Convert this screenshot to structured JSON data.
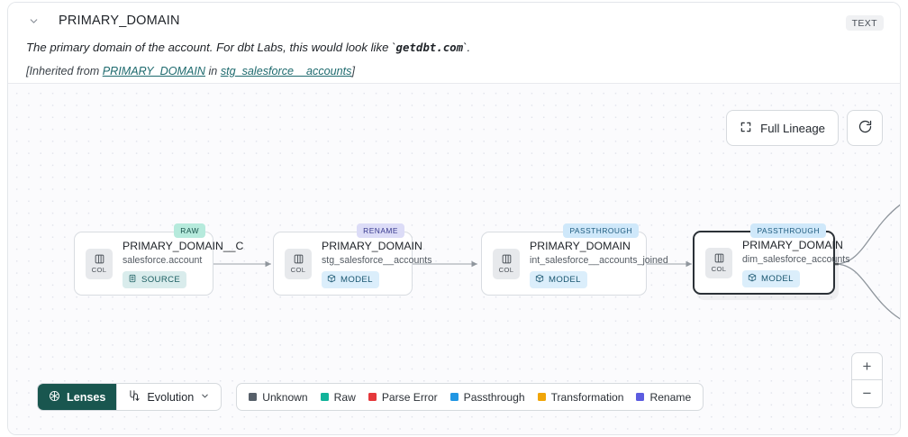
{
  "header": {
    "chevron_icon": "chevron-down-icon",
    "column_name": "PRIMARY_DOMAIN",
    "type_badge": "TEXT",
    "description_pre": "The primary domain of the account. For dbt Labs, this would look like `",
    "description_code": "getdbt.com",
    "description_post": "`.",
    "inherited_prefix": "[Inherited from ",
    "inherited_link_1": "PRIMARY_DOMAIN",
    "inherited_mid": " in ",
    "inherited_link_2": "stg_salesforce__accounts",
    "inherited_suffix": "]"
  },
  "toolbar": {
    "full_lineage_label": "Full Lineage",
    "full_lineage_icon": "expand-corners-icon",
    "refresh_icon": "refresh-icon"
  },
  "zoom_controls": {
    "zoom_in_label": "+",
    "zoom_out_label": "−"
  },
  "graph": {
    "nodes": [
      {
        "tag": "RAW",
        "tag_class": "tag-raw",
        "col_label": "COL",
        "title": "PRIMARY_DOMAIN__C",
        "subtitle": "salesforce.account",
        "kind": "SOURCE",
        "kind_class": "kind-source",
        "kind_icon": "database-icon",
        "selected": false
      },
      {
        "tag": "RENAME",
        "tag_class": "tag-rename",
        "col_label": "COL",
        "title": "PRIMARY_DOMAIN",
        "subtitle": "stg_salesforce__accounts",
        "kind": "MODEL",
        "kind_class": "kind-model",
        "kind_icon": "cube-icon",
        "selected": false
      },
      {
        "tag": "PASSTHROUGH",
        "tag_class": "tag-passthrough",
        "col_label": "COL",
        "title": "PRIMARY_DOMAIN",
        "subtitle": "int_salesforce__accounts_joined",
        "kind": "MODEL",
        "kind_class": "kind-model",
        "kind_icon": "cube-icon",
        "selected": false
      },
      {
        "tag": "PASSTHROUGH",
        "tag_class": "tag-passthrough",
        "col_label": "COL",
        "title": "PRIMARY_DOMAIN",
        "subtitle": "dim_salesforce_accounts",
        "kind": "MODEL",
        "kind_class": "kind-model",
        "kind_icon": "cube-icon",
        "selected": true
      }
    ]
  },
  "bottom": {
    "lenses_label": "Lenses",
    "lenses_icon": "aperture-icon",
    "evolution_label": "Evolution",
    "evolution_icon": "evolution-flow-icon",
    "evolution_chevron_icon": "chevron-down-icon",
    "legend": [
      {
        "label": "Unknown",
        "color": "#57606a"
      },
      {
        "label": "Raw",
        "color": "#12b39a"
      },
      {
        "label": "Parse Error",
        "color": "#e5383b"
      },
      {
        "label": "Passthrough",
        "color": "#2196e3"
      },
      {
        "label": "Transformation",
        "color": "#f0a508"
      },
      {
        "label": "Rename",
        "color": "#5c5ce0"
      }
    ]
  }
}
